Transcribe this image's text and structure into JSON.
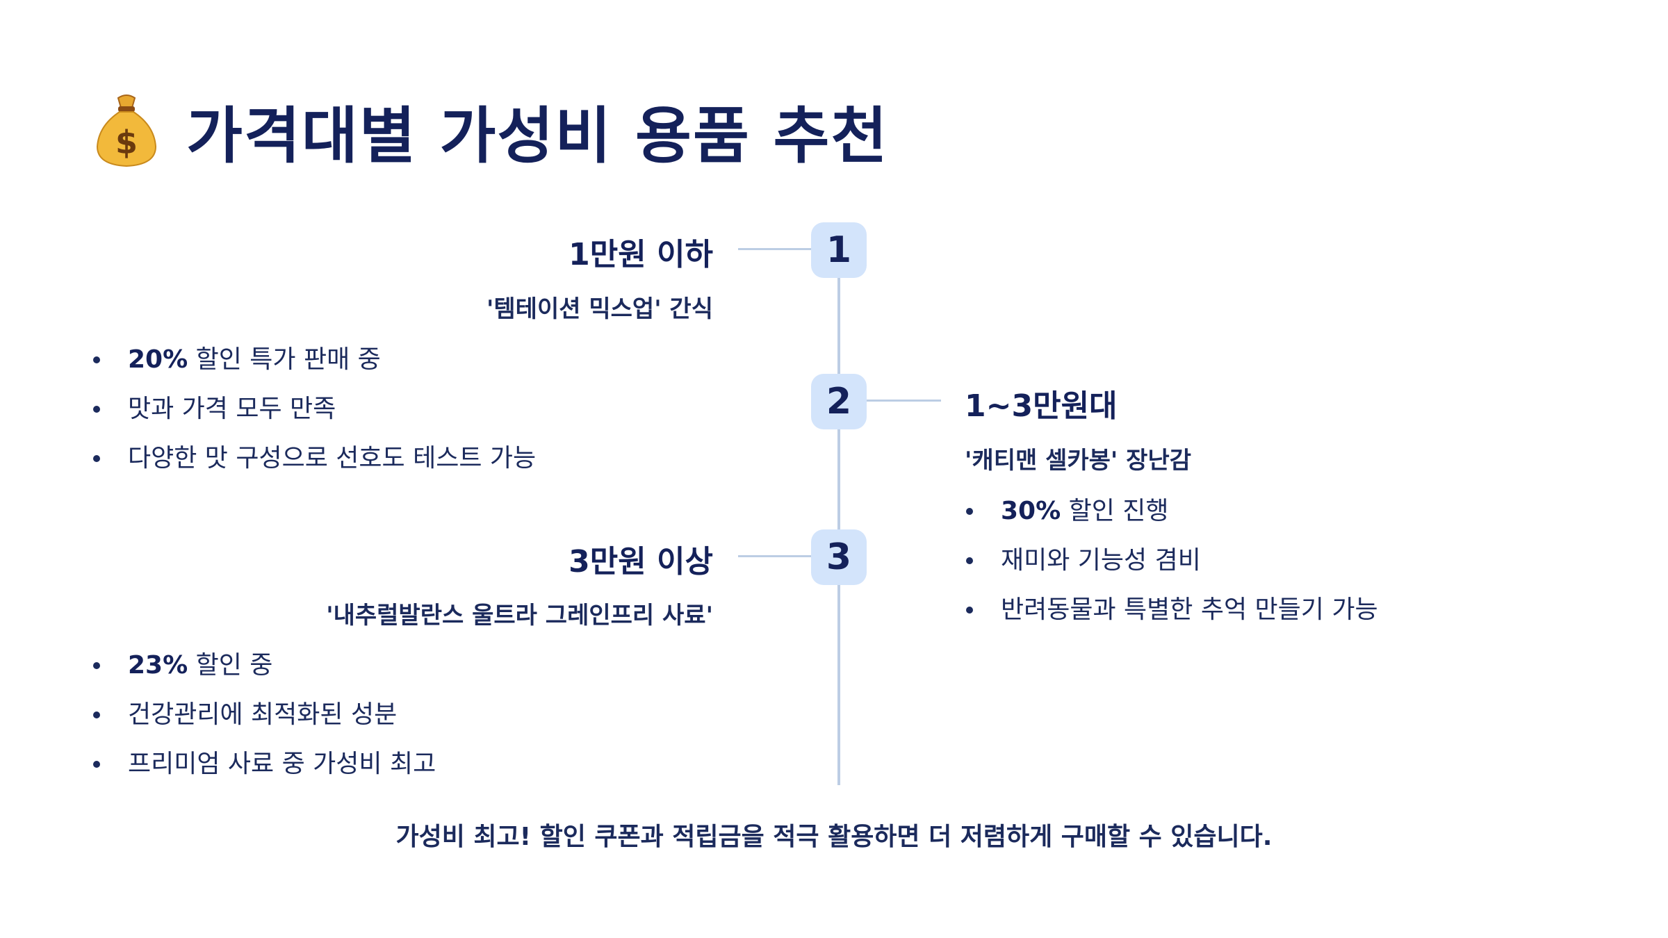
{
  "header": {
    "icon": "money-bag-icon",
    "title": "가격대별 가성비 용품 추천"
  },
  "colors": {
    "primary": "#14215a",
    "text": "#1b2a5c",
    "badge_bg": "#d3e4fb",
    "line": "#bccde4",
    "bag": "#f2b93b"
  },
  "tiers": [
    {
      "number": "1",
      "range": "1만원 이하",
      "product": "'템테이션 믹스업' 간식",
      "points": [
        {
          "bold": "20%",
          "text": " 할인 특가 판매 중"
        },
        {
          "bold": "",
          "text": "맛과 가격 모두 만족"
        },
        {
          "bold": "",
          "text": "다양한 맛 구성으로 선호도 테스트 가능"
        }
      ]
    },
    {
      "number": "2",
      "range": "1~3만원대",
      "product": "'캐티맨 셀카봉' 장난감",
      "points": [
        {
          "bold": "30%",
          "text": " 할인 진행"
        },
        {
          "bold": "",
          "text": "재미와 기능성 겸비"
        },
        {
          "bold": "",
          "text": "반려동물과 특별한 추억 만들기 가능"
        }
      ]
    },
    {
      "number": "3",
      "range": "3만원 이상",
      "product": "'내추럴발란스 울트라 그레인프리 사료'",
      "points": [
        {
          "bold": "23%",
          "text": " 할인 중"
        },
        {
          "bold": "",
          "text": "건강관리에 최적화된 성분"
        },
        {
          "bold": "",
          "text": "프리미엄 사료 중 가성비 최고"
        }
      ]
    }
  ],
  "footer": "가성비 최고! 할인 쿠폰과 적립금을 적극 활용하면 더 저렴하게 구매할 수 있습니다."
}
